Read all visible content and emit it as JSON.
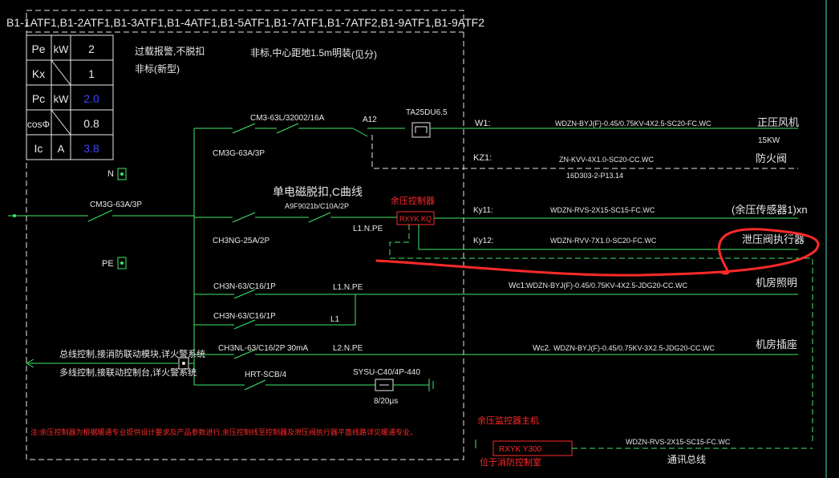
{
  "colors": {
    "background": "#000000",
    "text_white": "#e8e8e8",
    "line_green": "#3ee86a",
    "line_cyan": "#3fe0d0",
    "value_blue": "#3c46ff",
    "markup_red": "#ff2a2a"
  },
  "header": {
    "title": "B1-1ATF1,B1-2ATF1,B1-3ATF1,B1-4ATF1,B1-5ATF1,B1-7ATF1,B1-7ATF2,B1-9ATF1,B1-9ATF2"
  },
  "params": {
    "rows": [
      {
        "name": "Pe",
        "unit": "kW",
        "value": "2"
      },
      {
        "name": "Kx",
        "unit": "",
        "value": "1"
      },
      {
        "name": "Pc",
        "unit": "kW",
        "value": "2.0"
      },
      {
        "name": "cosΦ",
        "unit": "",
        "value": "0.8"
      },
      {
        "name": "Ic",
        "unit": "A",
        "value": "3.8"
      }
    ]
  },
  "notes": {
    "surge_note_1": "过载报警,不脱扣",
    "surge_note_2": "非标(新型)",
    "center_note": "非标,中心距地1.5m明装",
    "reference": "(见分)",
    "rcbo_note": "单电磁脱扣,C曲线",
    "bottom_note": "注:余压控制器为根据暖通专业提供设计要求及产品参数进行,余压控制线至控制器及泄压阀执行器平面线路详见暖通专业。",
    "fire_link_1": "总线控制,接消防联动模块,详火警系统",
    "fire_link_2": "多线控制,接联动控制台,详火警系统"
  },
  "terminals": {
    "n": "N",
    "pe": "PE"
  },
  "components": {
    "main_breaker": "CM3G-63A/3P",
    "cm3_breaker": "CM3-63L/32002/16A",
    "cm3g_breaker": "CM3G-63A/3P",
    "atc": "A12",
    "thermal": "TA25DU6.5",
    "ch3ng": "CH3NG-25A/2P",
    "a9f": "A9F9021b/C10A/2P",
    "l1npe_1": "L1.N.PE",
    "controller_title": "余压控制器",
    "controller_model": "RXYK KQ",
    "ch3n_1": "CH3N-63/C16/1P",
    "l1npe_2": "L1.N.PE",
    "ch3n_2": "CH3N-63/C16/1P",
    "l1": "L1",
    "ch3nl": "CH3NL-63/C16/2P 30mA",
    "l2npe": "L2.N.PE",
    "hrt": "HRT-SCB/4",
    "sysu": "SYSU-C40/4P-440",
    "sysu_rating": "8/20μs",
    "monitor_title": "余压监控器主机",
    "monitor_model": "RXYK Y300",
    "monitor_location": "位于消防控制室"
  },
  "circuits": [
    {
      "id": "W1:",
      "cable": "WDZN-BYJ(F)-0.45/0.75KV-4X2.5-SC20-FC.WC",
      "load": "正压风机",
      "extra": "15KW"
    },
    {
      "id": "KZ1:",
      "cable": "ZN-KVV-4X1.0-SC20-CC.WC",
      "load": "防火阀",
      "extra": "16D303-2-P13.14"
    },
    {
      "id": "Ky11:",
      "cable": "WDZN-RVS-2X15-SC15-FC.WC",
      "load": "(余压传感器1)xn",
      "extra": ""
    },
    {
      "id": "Ky12:",
      "cable": "WDZN-RVV-7X1.0-SC20-FC.WC",
      "load": "泄压阀执行器",
      "extra": ""
    },
    {
      "id": "Wc1:",
      "cable": "WDZN-BYJ(F)-0.45/0.75KV-4X2.5-JDG20-CC.WC",
      "load": "机房照明",
      "extra": ""
    },
    {
      "id": "Wc2.",
      "cable": "WDZN-BYJ(F)-0.45/0.75KV-3X2.5-JDG20-CC.WC",
      "load": "机房插座",
      "extra": ""
    },
    {
      "id": "",
      "cable": "WDZN-RVS-2X15-SC15-FC.WC",
      "load": "通讯总线",
      "extra": ""
    }
  ]
}
